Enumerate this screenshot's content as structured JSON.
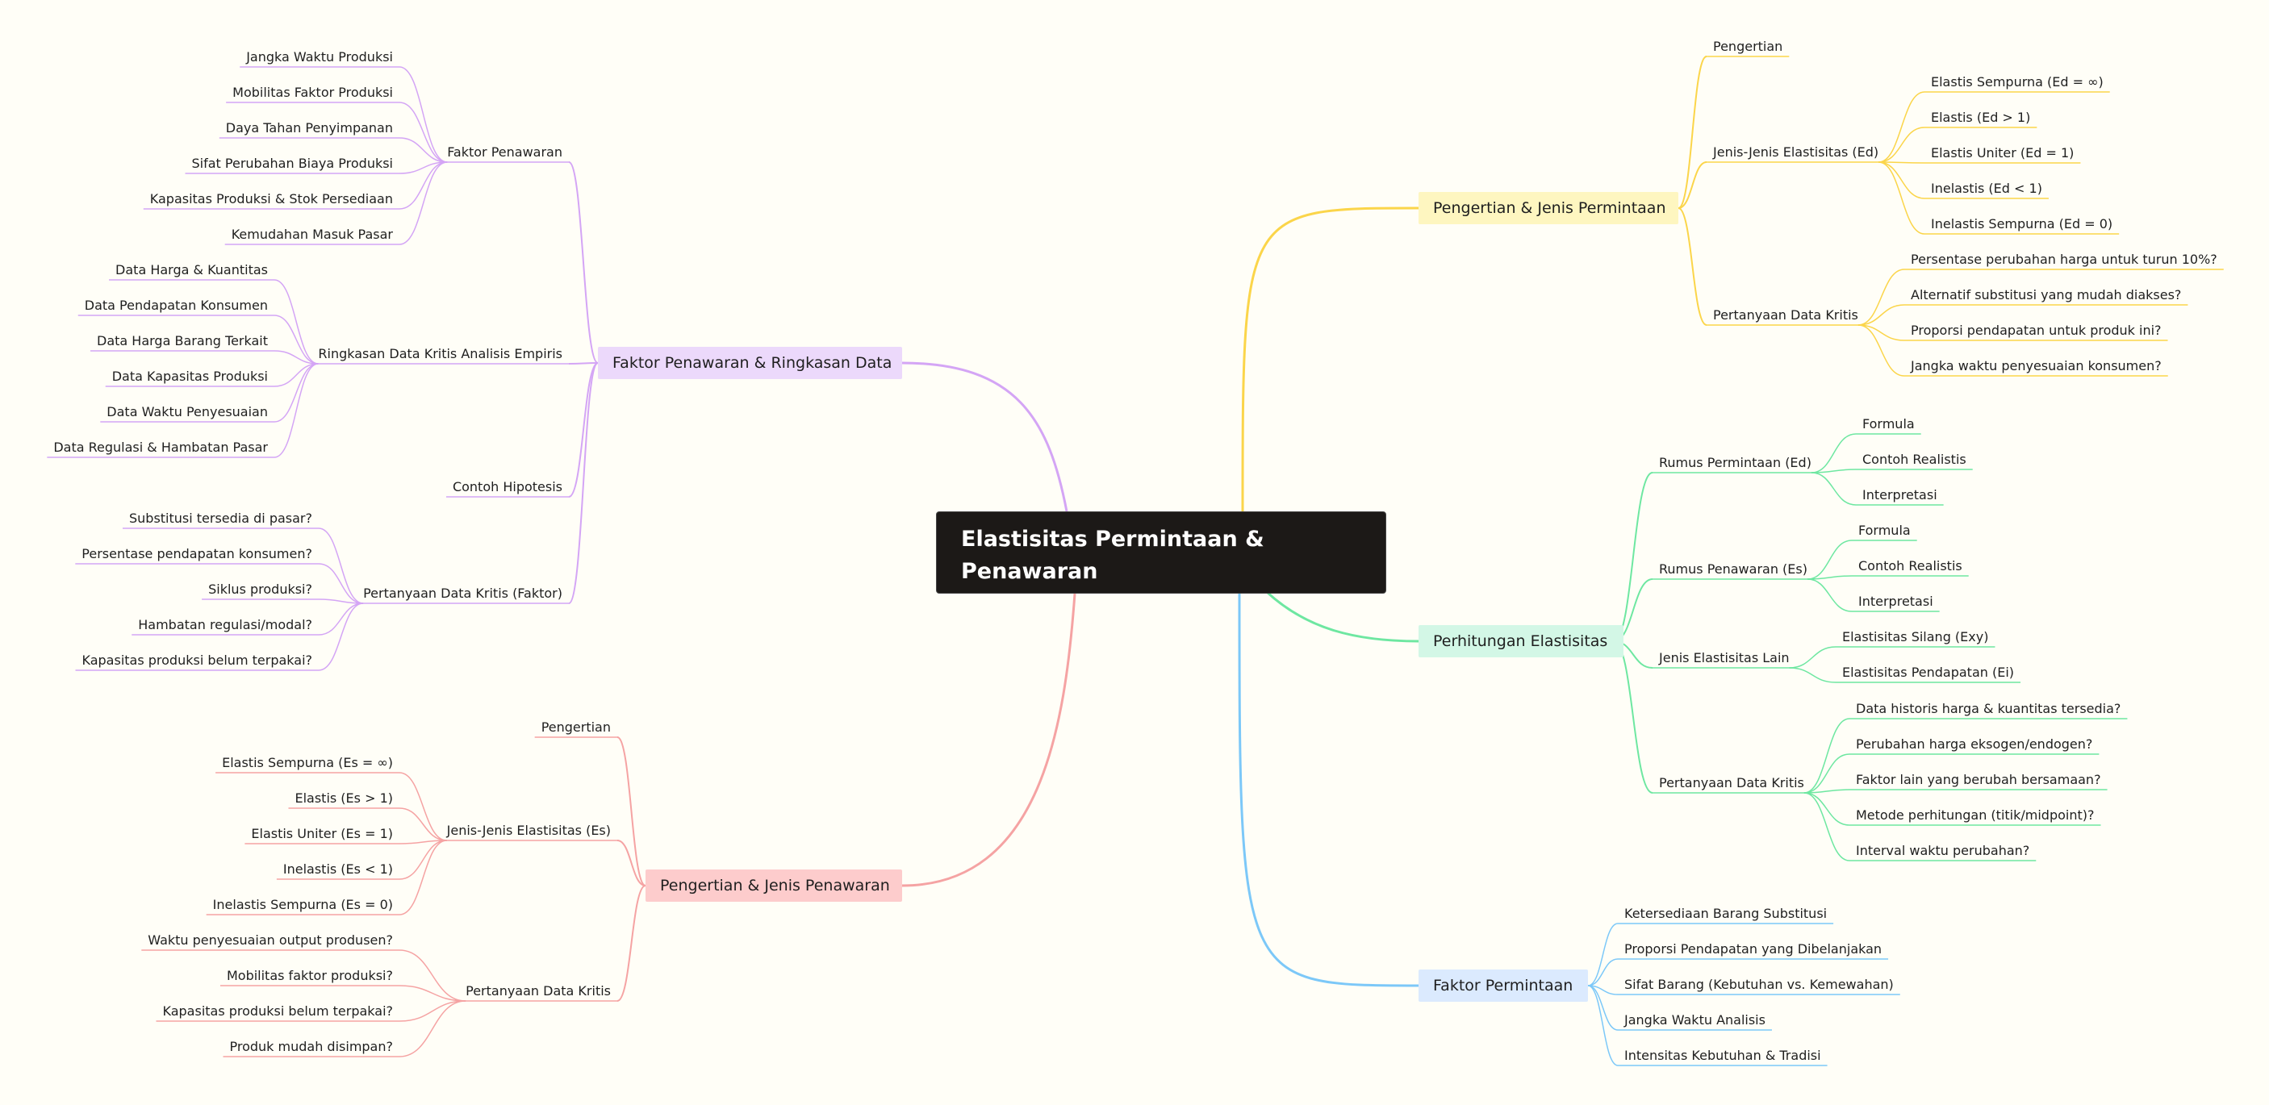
{
  "center_title": "Elastisitas Permintaan & Penawaran",
  "colors": {
    "yellow": "#fbd54a",
    "green": "#6ee7a1",
    "blue": "#7cc8f8",
    "purple": "#d4a5f5",
    "red": "#f5a3a3",
    "fill_yellow": "#fef6c0",
    "fill_green": "#d3f7e6",
    "fill_blue": "#dbeafe",
    "fill_purple": "#ecd9fb",
    "fill_red": "#fdcccc"
  },
  "branches": {
    "permintaan": {
      "label": "Pengertian & Jenis Permintaan",
      "pengertian": "Pengertian",
      "jenis": "Jenis-Jenis Elastisitas (Ed)",
      "jenis_items": [
        "Elastis Sempurna (Ed = ∞)",
        "Elastis (Ed > 1)",
        "Elastis Uniter (Ed = 1)",
        "Inelastis (Ed < 1)",
        "Inelastis Sempurna (Ed = 0)"
      ],
      "pertanyaan": "Pertanyaan Data Kritis",
      "pertanyaan_items": [
        "Persentase perubahan harga untuk turun 10%?",
        "Alternatif substitusi yang mudah diakses?",
        "Proporsi pendapatan untuk produk ini?",
        "Jangka waktu penyesuaian konsumen?"
      ]
    },
    "perhitungan": {
      "label": "Perhitungan Elastisitas",
      "rumus_ed": "Rumus Permintaan (Ed)",
      "rumus_es": "Rumus Penawaran (Es)",
      "sub_items": [
        "Formula",
        "Contoh Realistis",
        "Interpretasi"
      ],
      "jenis_lain": "Jenis Elastisitas Lain",
      "jenis_lain_items": [
        "Elastisitas Silang (Exy)",
        "Elastisitas Pendapatan (Ei)"
      ],
      "pertanyaan": "Pertanyaan Data Kritis",
      "pertanyaan_items": [
        "Data historis harga & kuantitas tersedia?",
        "Perubahan harga eksogen/endogen?",
        "Faktor lain yang berubah bersamaan?",
        "Metode perhitungan (titik/midpoint)?",
        "Interval waktu perubahan?"
      ]
    },
    "faktor_permintaan": {
      "label": "Faktor Permintaan",
      "items": [
        "Ketersediaan Barang Substitusi",
        "Proporsi Pendapatan yang Dibelanjakan",
        "Sifat Barang (Kebutuhan vs. Kemewahan)",
        "Jangka Waktu Analisis",
        "Intensitas Kebutuhan & Tradisi"
      ]
    },
    "faktor_penawaran": {
      "label": "Faktor Penawaran & Ringkasan Data",
      "faktor": "Faktor Penawaran",
      "faktor_items": [
        "Jangka Waktu Produksi",
        "Mobilitas Faktor Produksi",
        "Daya Tahan Penyimpanan",
        "Sifat Perubahan Biaya Produksi",
        "Kapasitas Produksi & Stok Persediaan",
        "Kemudahan Masuk Pasar"
      ],
      "ringkasan": "Ringkasan Data Kritis Analisis Empiris",
      "ringkasan_items": [
        "Data Harga & Kuantitas",
        "Data Pendapatan Konsumen",
        "Data Harga Barang Terkait",
        "Data Kapasitas Produksi",
        "Data Waktu Penyesuaian",
        "Data Regulasi & Hambatan Pasar"
      ],
      "contoh": "Contoh Hipotesis",
      "pertanyaan": "Pertanyaan Data Kritis (Faktor)",
      "pertanyaan_items": [
        "Substitusi tersedia di pasar?",
        "Persentase pendapatan konsumen?",
        "Siklus produksi?",
        "Hambatan regulasi/modal?",
        "Kapasitas produksi belum terpakai?"
      ]
    },
    "penawaran": {
      "label": "Pengertian & Jenis Penawaran",
      "pengertian": "Pengertian",
      "jenis": "Jenis-Jenis Elastisitas (Es)",
      "jenis_items": [
        "Elastis Sempurna (Es = ∞)",
        "Elastis (Es > 1)",
        "Elastis Uniter (Es = 1)",
        "Inelastis (Es < 1)",
        "Inelastis Sempurna (Es = 0)"
      ],
      "pertanyaan": "Pertanyaan Data Kritis",
      "pertanyaan_items": [
        "Waktu penyesuaian output produsen?",
        "Mobilitas faktor produksi?",
        "Kapasitas produksi belum terpakai?",
        "Produk mudah disimpan?"
      ]
    }
  }
}
